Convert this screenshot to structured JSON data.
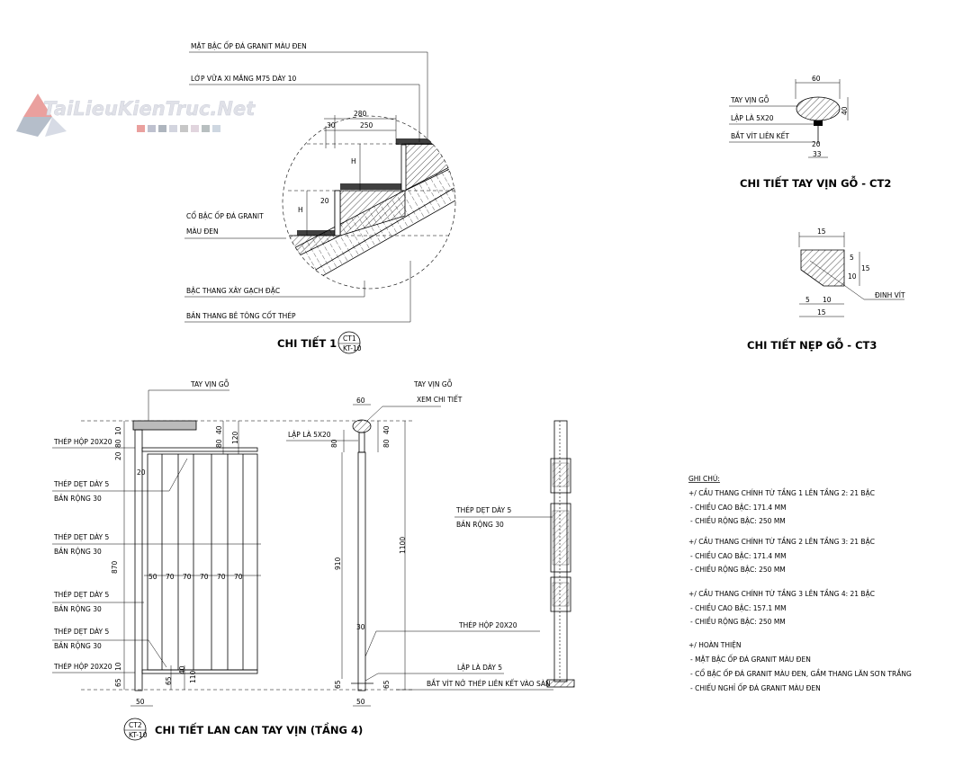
{
  "watermark": {
    "text": "TaiLieuKienTruc.Net",
    "swatches": [
      "#d9534f",
      "#8a8fa8",
      "#6c7a89",
      "#b0b3c6",
      "#9a9a9a",
      "#c9b4c4",
      "#7f8c8d",
      "#a7b8c9"
    ]
  },
  "detail1": {
    "labels": {
      "mat_bac": "MẶT BẬC ỐP ĐÁ GRANIT MÀU ĐEN",
      "lop_vua": "LỚP VỮA XI MĂNG M75 DÀY 10",
      "co_bac_1": "CỔ BẬC ỐP ĐÁ GRANIT",
      "co_bac_2": "MÀU ĐEN",
      "bac_thang": "BẬC THANG XÂY GẠCH ĐẶC",
      "ban_thang": "BẢN THANG BÊ TÔNG CỐT THÉP"
    },
    "dims": {
      "d280": "280",
      "d250": "250",
      "d30": "30",
      "d20": "20",
      "h1": "H",
      "h2": "H"
    },
    "title": "CHI TIẾT 1",
    "tag_top": "CT1",
    "tag_bottom": "KT-10"
  },
  "ct2": {
    "labels": {
      "tay_vin": "TAY VỊN GỖ",
      "lap_la": "LẬP LÀ 5X20",
      "bat_vit": "BẮT VÍT LIÊN KẾT"
    },
    "dims": {
      "d60": "60",
      "d40": "40",
      "d20": "20",
      "d33": "33"
    },
    "title": "CHI TIẾT TAY VỊN GỖ - CT2"
  },
  "ct3": {
    "labels": {
      "dinh_vit": "ĐINH VÍT"
    },
    "dims": {
      "top15": "15",
      "d5a": "5",
      "d15r": "15",
      "d10": "10",
      "d5b": "5",
      "d10b": "10",
      "bot15": "15"
    },
    "title": "CHI TIẾT NẸP GỖ - CT3"
  },
  "railing": {
    "labels": {
      "tay_vin": "TAY VỊN GỖ",
      "thep_hop_top": "THÉP HỘP 20X20",
      "thep_det_1a": "THÉP DẸT DÀY 5",
      "thep_det_1b": "BẢN RỘNG 30",
      "thep_det_2a": "THÉP DẸT DÀY 5",
      "thep_det_2b": "BẢN RỘNG 30",
      "thep_det_3a": "THÉP DẸT DÀY 5",
      "thep_det_3b": "BẢN RỘNG 30",
      "thep_det_4a": "THÉP DẸT DÀY 5",
      "thep_det_4b": "BẢN RỘNG 30",
      "thep_hop_bot": "THÉP HỘP 20X20"
    },
    "dims": {
      "d40": "40",
      "d80": "80",
      "d120": "120",
      "d10": "10",
      "d80b": "80",
      "d20": "20",
      "d20b": "20",
      "d870": "870",
      "d50": "50",
      "d70a": "70",
      "d70b": "70",
      "d70c": "70",
      "d70d": "70",
      "d70e": "70",
      "d65": "65",
      "d40b": "40",
      "d110": "110",
      "d10b": "10",
      "d65b": "65",
      "d50b": "50"
    },
    "title": "CHI TIẾT LAN CAN TAY VỊN (TẦNG 4)",
    "tag_top": "CT2",
    "tag_bottom": "KT-10"
  },
  "section": {
    "labels": {
      "tay_vin": "TAY VỊN GỖ",
      "xem_chi_tiet": "XEM CHI TIẾT",
      "lap_la": "LẬP LÀ 5X20",
      "thep_hop": "THÉP HỘP 20X20",
      "lap_la_day": "LẬP LÀ DÀY 5",
      "bat_vit": "BẮT VÍT NỞ THÉP LIÊN KẾT VÀO SÀN"
    },
    "dims": {
      "d60": "60",
      "d40": "40",
      "d80": "80",
      "d80b": "80",
      "d910": "910",
      "d1100": "1100",
      "d30": "30",
      "d65": "65",
      "d65b": "65",
      "d50": "50"
    }
  },
  "elevation": {
    "labels": {
      "thep_det_a": "THÉP DẸT DÀY 5",
      "thep_det_b": "BẢN RỘNG 30"
    }
  },
  "notes": {
    "heading": "GHI CHÚ:",
    "items": [
      "+/   CẦU THANG CHÍNH TỪ TẦNG 1 LÊN TẦNG 2: 21 BẬC",
      "- CHIỀU CAO BẬC: 171.4 MM",
      "- CHIỀU RỘNG BẬC: 250 MM",
      "+/ CẦU THANG CHÍNH TỪ TẦNG 2 LÊN TẦNG 3: 21 BẬC",
      "- CHIỀU CAO BẬC: 171.4 MM",
      "- CHIỀU RỘNG BẬC: 250 MM",
      "+/   CẦU THANG CHÍNH TỪ TẦNG 3 LÊN TẦNG 4: 21 BẬC",
      "- CHIỀU CAO BẬC: 157.1 MM",
      "- CHIỀU RỘNG BẬC: 250 MM",
      "+/  HOÀN THIỆN",
      "- MẶT BẬC ỐP ĐÁ GRANIT MÀU ĐEN",
      "- CỔ BẬC ỐP ĐÁ GRANIT MÀU ĐEN, GẦM THANG LĂN SƠN TRẮNG",
      "- CHIẾU NGHỈ ỐP ĐÁ GRANIT MÀU ĐEN"
    ]
  }
}
